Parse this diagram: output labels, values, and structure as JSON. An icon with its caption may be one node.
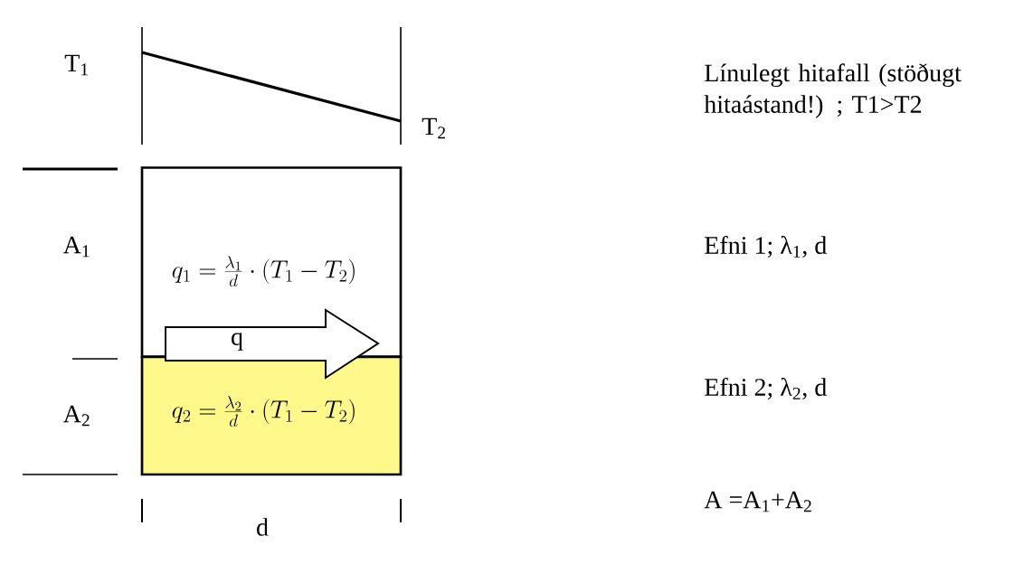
{
  "diagram": {
    "nodes": [
      {
        "text": [
          "q_1 = \\frac{\\lambda_1}{d} \\cdot (T_1 - T_2)"
        ]
      },
      {
        "text": [
          "q_2 = \\frac{\\lambda_2}{d} \\cdot (T_1 - T_2)"
        ]
      },
      {
        "text": [
          "q"
        ]
      }
    ],
    "labels": [
      "T$_{1}$",
      "T$_{2}$",
      "Línulegt hitafall (stöðugt hitaástand!) ; T1>T2",
      "A$_{1}$",
      "Efni 1; λ$_{1}$, d",
      "A$_{2}$",
      "Efni 2; λ$_{2}$, d",
      "d",
      "A =A$_{1}$+A$_{2}$"
    ]
  }
}
